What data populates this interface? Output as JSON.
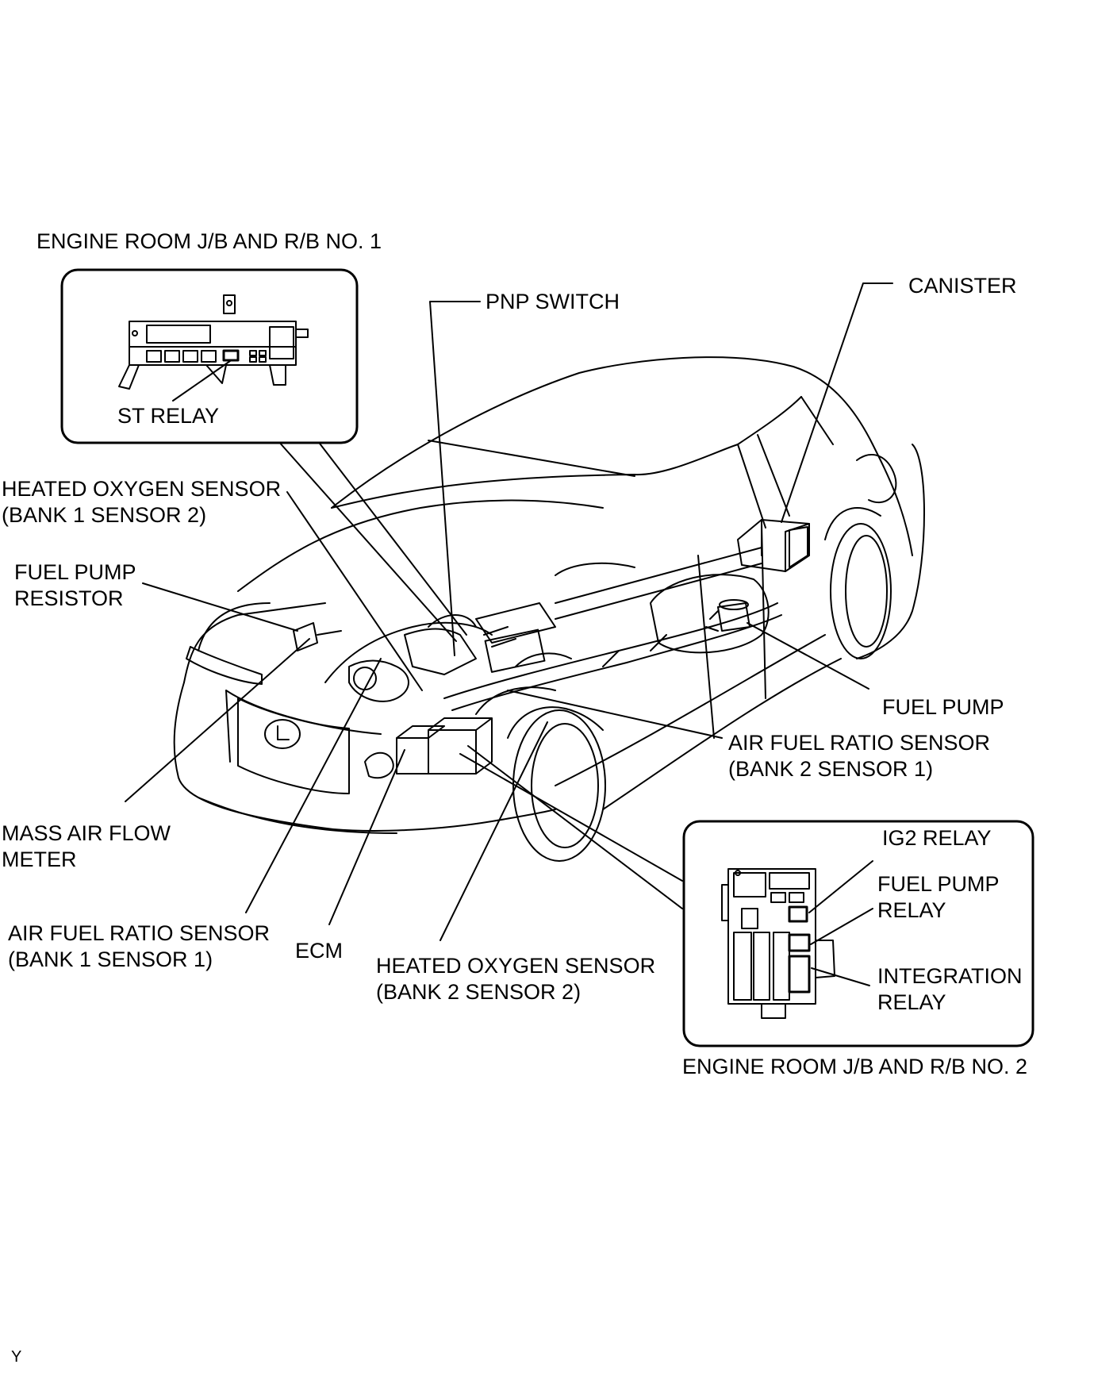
{
  "labels": {
    "jb1_title": "ENGINE ROOM J/B AND R/B NO. 1",
    "st_relay": "ST RELAY",
    "pnp_switch": "PNP SWITCH",
    "canister": "CANISTER",
    "ho2_b1s2_line1": "HEATED OXYGEN SENSOR",
    "ho2_b1s2_line2": "(BANK 1 SENSOR 2)",
    "fuel_pump_resistor_line1": "FUEL PUMP",
    "fuel_pump_resistor_line2": "RESISTOR",
    "fuel_pump": "FUEL PUMP",
    "af_b2s1_line1": "AIR FUEL RATIO SENSOR",
    "af_b2s1_line2": "(BANK 2 SENSOR 1)",
    "maf_line1": "MASS AIR FLOW",
    "maf_line2": "METER",
    "af_b1s1_line1": "AIR FUEL RATIO SENSOR",
    "af_b1s1_line2": "(BANK 1 SENSOR 1)",
    "ecm": "ECM",
    "ho2_b2s2_line1": "HEATED OXYGEN SENSOR",
    "ho2_b2s2_line2": "(BANK 2 SENSOR 2)",
    "ig2_relay": "IG2 RELAY",
    "fuel_pump_relay_line1": "FUEL PUMP",
    "fuel_pump_relay_line2": "RELAY",
    "integration_relay_line1": "INTEGRATION",
    "integration_relay_line2": "RELAY",
    "jb2_title": "ENGINE ROOM J/B AND R/B NO. 2",
    "corner_mark": "Y"
  }
}
